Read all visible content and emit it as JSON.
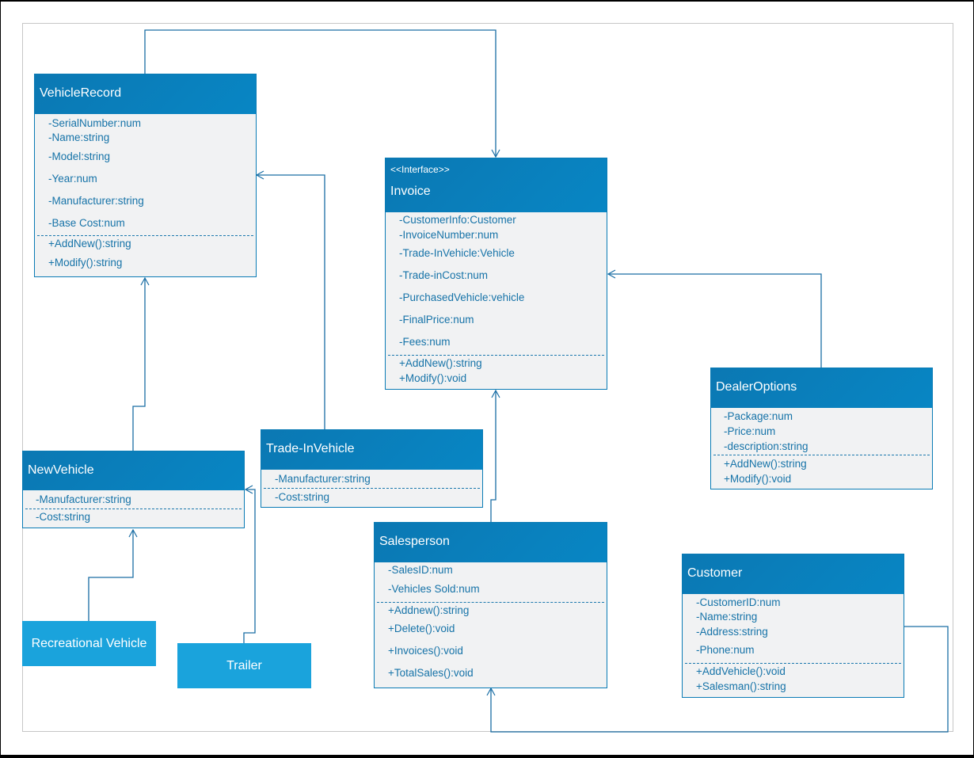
{
  "diagram": {
    "colors": {
      "header": "#0b7fbd",
      "body": "#f1f2f3",
      "text": "#1673a8",
      "leaf": "#1aa3dc",
      "connector": "#1a6ea5"
    },
    "classes": {
      "vehicle_record": {
        "name": "VehicleRecord",
        "attributes": [
          "-SerialNumber:num",
          "-Name:string",
          "-Model:string",
          "-Year:num",
          "-Manufacturer:string",
          "-Base Cost:num"
        ],
        "methods": [
          "+AddNew():string",
          "+Modify():string"
        ]
      },
      "invoice": {
        "stereotype": "<<Interface>>",
        "name": "Invoice",
        "attributes": [
          "-CustomerInfo:Customer",
          "-InvoiceNumber:num",
          "-Trade-InVehicle:Vehicle",
          "-Trade-inCost:num",
          "-PurchasedVehicle:vehicle",
          "-FinalPrice:num",
          "-Fees:num"
        ],
        "methods": [
          "+AddNew():string",
          "+Modify():void"
        ]
      },
      "dealer_options": {
        "name": "DealerOptions",
        "attributes": [
          "-Package:num",
          "-Price:num",
          "-description:string"
        ],
        "methods": [
          "+AddNew():string",
          "+Modify():void"
        ]
      },
      "trade_in_vehicle": {
        "name": "Trade-InVehicle",
        "attributes": [
          "-Manufacturer:string",
          "-Cost:string"
        ]
      },
      "new_vehicle": {
        "name": "NewVehicle",
        "attributes": [
          "-Manufacturer:string",
          "-Cost:string"
        ]
      },
      "salesperson": {
        "name": "Salesperson",
        "attributes": [
          "-SalesID:num",
          "-Vehicles Sold:num"
        ],
        "methods": [
          "+Addnew():string",
          "+Delete():void",
          "+Invoices():void",
          "+TotalSales():void"
        ]
      },
      "customer": {
        "name": "Customer",
        "attributes": [
          "-CustomerID:num",
          "-Name:string",
          "-Address:string",
          "-Phone:num"
        ],
        "methods": [
          "+AddVehicle():void",
          "+Salesman():string"
        ]
      }
    },
    "leaves": {
      "recreational_vehicle": "Recreational Vehicle",
      "trailer": "Trailer"
    }
  }
}
